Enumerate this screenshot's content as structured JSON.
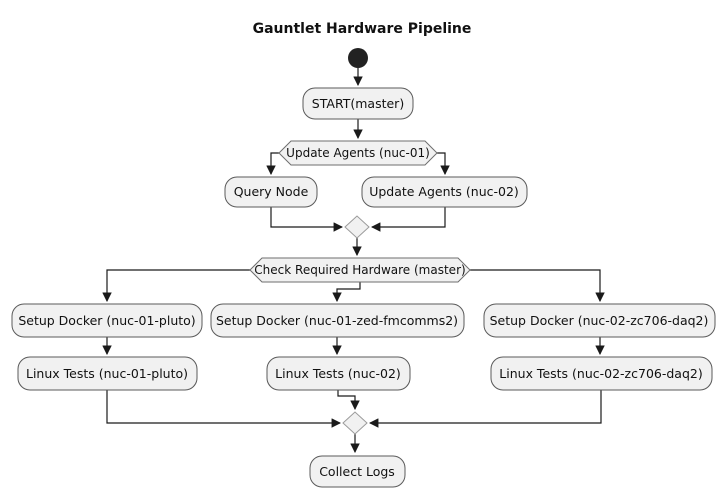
{
  "title": "Gauntlet Hardware Pipeline",
  "nodes": {
    "start_master": "START(master)",
    "update_agents_decision": "Update Agents (nuc-01)",
    "query_node": "Query Node",
    "update_agents_nuc02": "Update Agents (nuc-02)",
    "check_hardware_decision": "Check Required Hardware (master)",
    "setup_docker_pluto": "Setup Docker (nuc-01-pluto)",
    "setup_docker_zed_fmcomms2": "Setup Docker (nuc-01-zed-fmcomms2)",
    "setup_docker_zc706_daq2": "Setup Docker (nuc-02-zc706-daq2)",
    "linux_tests_pluto": "Linux Tests (nuc-01-pluto)",
    "linux_tests_nuc02": "Linux Tests (nuc-02)",
    "linux_tests_zc706_daq2": "Linux Tests (nuc-02-zc706-daq2)",
    "collect_logs": "Collect Logs"
  },
  "colors": {
    "background": "#FFFFFF",
    "node_fill": "#F1F1F1",
    "node_border": "#5A5A5A",
    "hexagon_border": "#6E6E6E",
    "diamond_border": "#9A9A9A",
    "connector": "#1A1A1A",
    "start_node_fill": "#222222",
    "text": "#111111"
  }
}
